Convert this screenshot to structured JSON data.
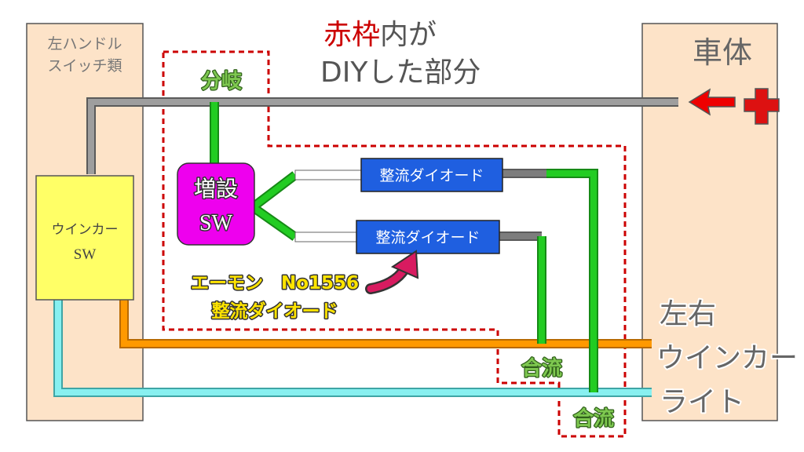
{
  "title": {
    "emphasis": "赤枠",
    "line1_rest": "内が",
    "line2": "DIYした部分"
  },
  "panels": {
    "left_switches": {
      "line1": "左ハンドル",
      "line2": "スイッチ類"
    },
    "body": {
      "label": "車体"
    }
  },
  "components": {
    "winker_switch": {
      "line1": "ウインカー",
      "line2": "SW"
    },
    "added_switch": {
      "line1": "増設",
      "line2": "SW"
    },
    "diode_upper": {
      "label": "整流ダイオード"
    },
    "diode_lower": {
      "label": "整流ダイオード"
    }
  },
  "labels": {
    "branch": "分岐",
    "merge_1": "合流",
    "merge_2": "合流",
    "product_line1": "エーモン　No1556",
    "product_line2": "整流ダイオード",
    "lights_line1": "左右",
    "lights_line2": "ウインカー",
    "lights_line3": "ライト"
  },
  "colors": {
    "panel_fill": "#fde3c8",
    "wire_gray": "#9e9e9e",
    "wire_green": "#22cc22",
    "wire_orange": "#ff9900",
    "wire_cyan": "#88f0f0",
    "diode_blue": "#1f5fe0",
    "switch_yellow": "#ffff66",
    "added_switch_magenta": "#ee00ee",
    "diy_frame_red": "#cc0000",
    "arrow_red": "#ee0000",
    "arrow_pink": "#d81b60",
    "label_green": "#7ec850",
    "product_yellow": "#ffe400"
  },
  "icons": {
    "plus": "plus-icon",
    "left_arrow": "left-arrow-icon",
    "curved_arrow": "curved-arrow-icon"
  }
}
